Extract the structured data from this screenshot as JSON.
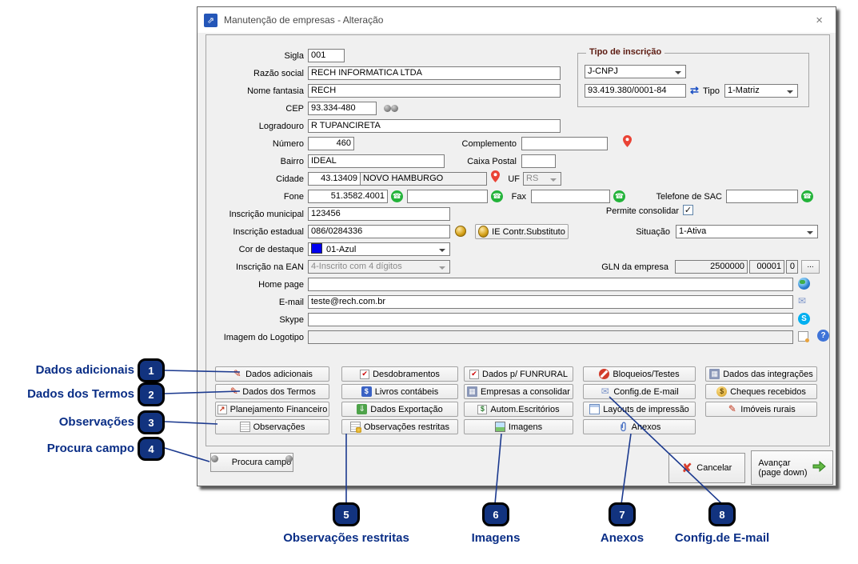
{
  "window": {
    "title": "Manutenção de empresas - Alteração",
    "close": "×"
  },
  "icons": {
    "window_glyph": "⇗",
    "whatsapp": "☎",
    "envelope": "✉",
    "pencil": "✎",
    "check": "✔",
    "money": "$",
    "grid_glyph": "▦",
    "export": "⇓",
    "chart_up": "↗",
    "skype": "S",
    "question": "?",
    "swap": "⇄",
    "cancel_x": "✘",
    "checkmark": "✓"
  },
  "form": {
    "sigla": {
      "label": "Sigla",
      "value": "001"
    },
    "razao": {
      "label": "Razão social",
      "value": "RECH INFORMATICA LTDA"
    },
    "fantasia": {
      "label": "Nome fantasia",
      "value": "RECH"
    },
    "cep": {
      "label": "CEP",
      "value": "93.334-480"
    },
    "logradouro": {
      "label": "Logradouro",
      "value": "R TUPANCIRETA"
    },
    "numero": {
      "label": "Número",
      "value": "460"
    },
    "complemento": {
      "label": "Complemento",
      "value": ""
    },
    "bairro": {
      "label": "Bairro",
      "value": "IDEAL"
    },
    "caixa_postal": {
      "label": "Caixa Postal",
      "value": ""
    },
    "cidade": {
      "label": "Cidade",
      "code": "43.13409",
      "name": "NOVO HAMBURGO"
    },
    "uf": {
      "label": "UF",
      "value": "RS"
    },
    "fone": {
      "label": "Fone",
      "value": "51.3582.4001",
      "value2": ""
    },
    "fax": {
      "label": "Fax",
      "value": ""
    },
    "sac": {
      "label": "Telefone de SAC",
      "value": ""
    },
    "insc_municipal": {
      "label": "Inscrição municipal",
      "value": "123456"
    },
    "permite_consolidar": {
      "label": "Permite consolidar",
      "checked": true
    },
    "insc_estadual": {
      "label": "Inscrição estadual",
      "value": "086/0284336"
    },
    "ie_contr": {
      "label": "IE Contr.Substituto"
    },
    "situacao": {
      "label": "Situação",
      "value": "1-Ativa"
    },
    "cor_destaque": {
      "label": "Cor de destaque",
      "value": "01-Azul",
      "swatch_color": "#0000ee"
    },
    "insc_ean": {
      "label": "Inscrição na EAN",
      "value": "4-Inscrito com 4 dígitos"
    },
    "gln": {
      "label": "GLN da empresa",
      "v1": "2500000",
      "v2": "00001",
      "v3": "0",
      "more": "..."
    },
    "homepage": {
      "label": "Home page",
      "value": ""
    },
    "email": {
      "label": "E-mail",
      "value": "teste@rech.com.br"
    },
    "skype": {
      "label": "Skype",
      "value": ""
    },
    "logotipo": {
      "label": "Imagem do Logotipo",
      "value": ""
    },
    "tipo_inscricao": {
      "legend": "Tipo de inscrição",
      "tipo_doc": "J-CNPJ",
      "numero": "93.419.380/0001-84",
      "tipo_label": "Tipo",
      "tipo_value": "1-Matriz"
    }
  },
  "grid": [
    {
      "label": "Dados adicionais"
    },
    {
      "label": "Desdobramentos"
    },
    {
      "label": "Dados p/ FUNRURAL"
    },
    {
      "label": "Bloqueios/Testes"
    },
    {
      "label": "Dados das integrações"
    },
    {
      "label": "Dados dos Termos"
    },
    {
      "label": "Livros contábeis"
    },
    {
      "label": "Empresas a consolidar"
    },
    {
      "label": "Config.de E-mail"
    },
    {
      "label": "Cheques recebidos"
    },
    {
      "label": "Planejamento Financeiro"
    },
    {
      "label": "Dados Exportação"
    },
    {
      "label": "Autom.Escritórios"
    },
    {
      "label": "Layouts de impressão"
    },
    {
      "label": "Imóveis rurais"
    },
    {
      "label": "Observações"
    },
    {
      "label": "Observações restritas"
    },
    {
      "label": "Imagens"
    },
    {
      "label": "Anexos"
    }
  ],
  "footer": {
    "procura": "Procura campo",
    "cancelar": "Cancelar",
    "avancar_l1": "Avançar",
    "avancar_l2": "(page down)"
  },
  "annotations": {
    "left": [
      {
        "num": "1",
        "label": "Dados adicionais"
      },
      {
        "num": "2",
        "label": "Dados dos Termos"
      },
      {
        "num": "3",
        "label": "Observações"
      },
      {
        "num": "4",
        "label": "Procura campo"
      }
    ],
    "bottom": [
      {
        "num": "5",
        "label": "Observações restritas"
      },
      {
        "num": "6",
        "label": "Imagens"
      },
      {
        "num": "7",
        "label": "Anexos"
      },
      {
        "num": "8",
        "label": "Config.de E-mail"
      }
    ]
  },
  "colors": {
    "annotation_blue": "#0a2e86",
    "badge_fill": "#12337f",
    "line_blue": "#1c3a8f",
    "whatsapp_green": "#23b33a",
    "skype_blue": "#00aff0",
    "highlight_swatch": "#0000ee"
  }
}
